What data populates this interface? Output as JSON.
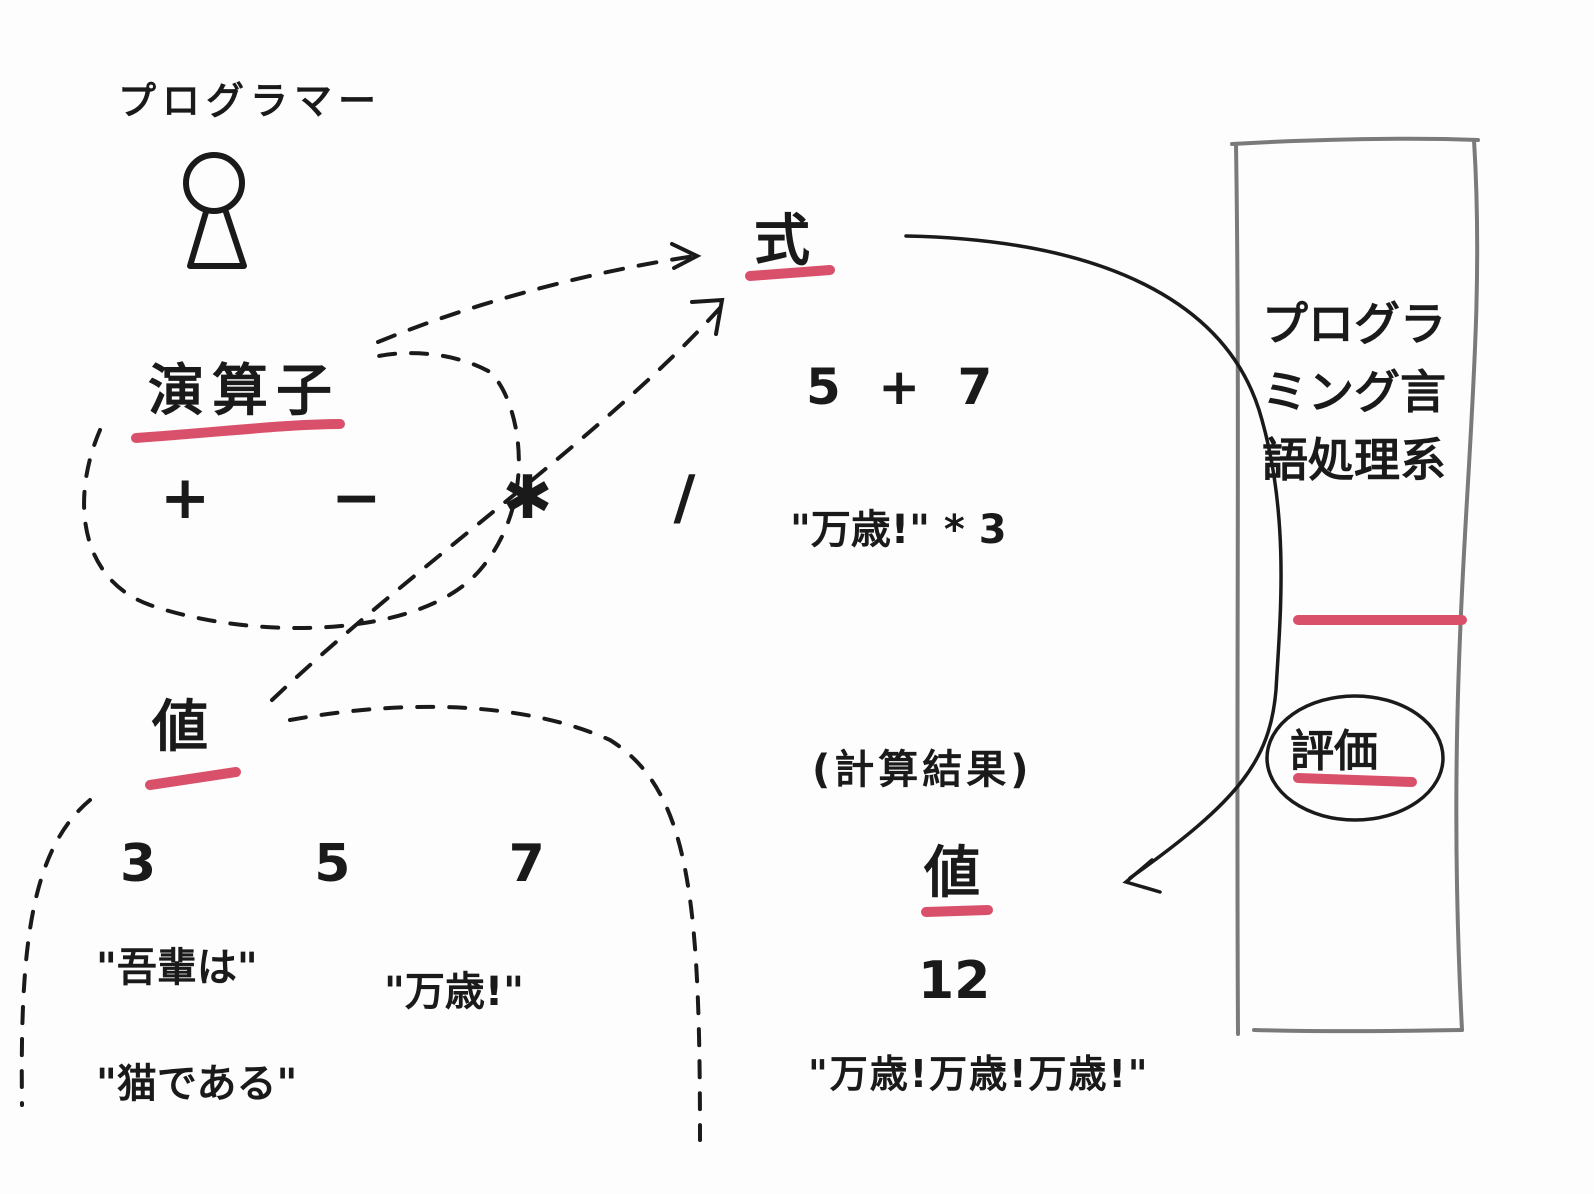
{
  "diagram": {
    "programmer": {
      "label": "プログラマー",
      "icon": "person-icon"
    },
    "operator": {
      "label": "演算子",
      "symbols": "+ − ✱ /"
    },
    "value": {
      "label": "値",
      "numbers": "3 5 7",
      "string_1": "\"吾輩は\"",
      "string_2": "\"万歳!\"",
      "string_3": "\"猫である\""
    },
    "expression": {
      "label": "式",
      "example_1": "5 + 7",
      "example_2": "\"万歳!\" * 3"
    },
    "language_system": {
      "label": "プログラミング言語処理系",
      "evaluate": "評価"
    },
    "result": {
      "paren_label": "(計算結果)",
      "label": "値",
      "value_1": "12",
      "value_2": "\"万歳!万歳!万歳!\""
    }
  },
  "colors": {
    "ink": "#1a1a1a",
    "underline": "#d9506a",
    "box_stroke": "#7a7a7a"
  }
}
